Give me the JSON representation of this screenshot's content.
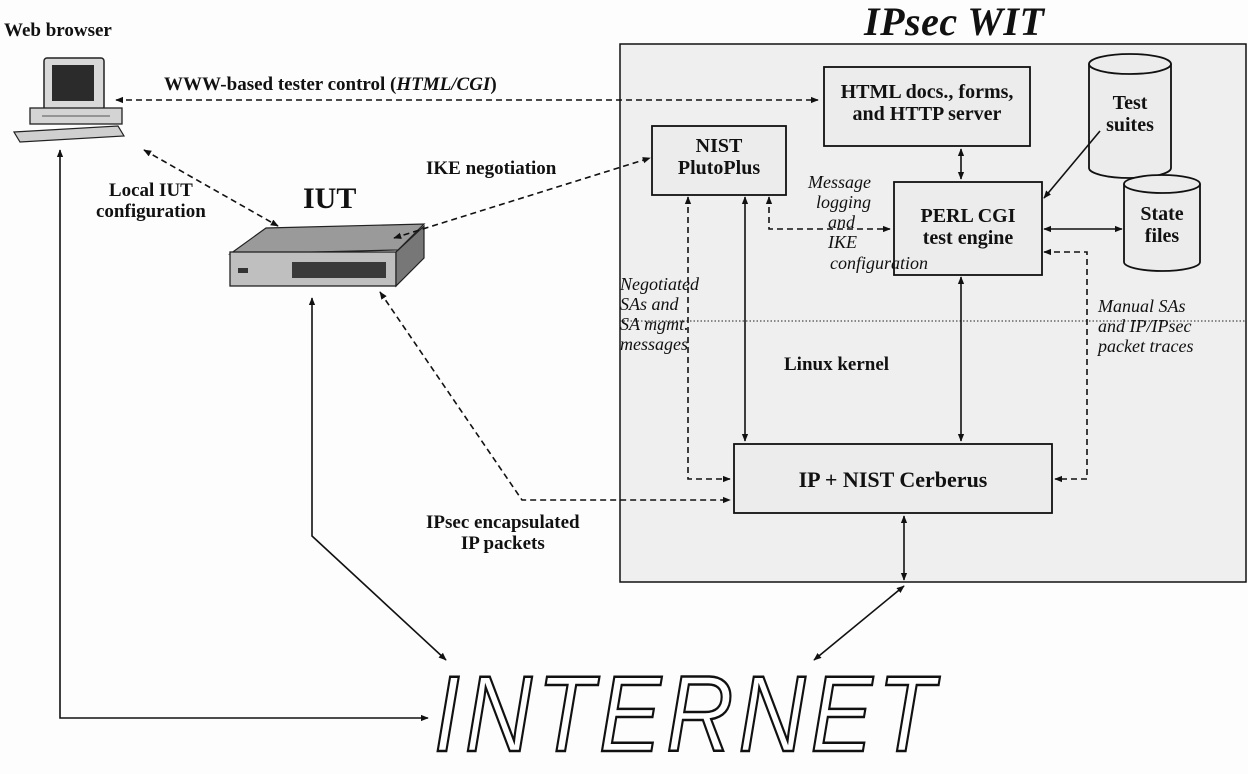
{
  "title": "IPsec WIT",
  "web_browser_label": "Web browser",
  "iut_label": "IUT",
  "internet_label": "INTERNET",
  "linux_kernel_label": "Linux kernel",
  "boxes": {
    "html_server": [
      "HTML docs., forms,",
      "and HTTP server"
    ],
    "plutoplus": [
      "NIST",
      "PlutoPlus"
    ],
    "perl_cgi": [
      "PERL CGI",
      "test engine"
    ],
    "cerberus": "IP + NIST Cerberus"
  },
  "cylinders": {
    "test_suites": [
      "Test",
      "suites"
    ],
    "state_files": [
      "State",
      "files"
    ]
  },
  "edge_labels": {
    "www_control_prefix": "WWW-based tester control (",
    "www_control_italic": "HTML/CGI",
    "www_control_suffix": ")",
    "local_iut_config": [
      "Local IUT",
      "configuration"
    ],
    "ike_negotiation": "IKE negotiation",
    "message_logging": [
      "Message",
      "logging",
      "and",
      "IKE",
      "configuration"
    ],
    "negotiated_sas": [
      "Negotiated",
      "SAs and",
      "SA mgmt.",
      "messages"
    ],
    "manual_sas": [
      "Manual SAs",
      "and IP/IPsec",
      "packet traces"
    ],
    "ipsec_encapsulated": [
      "IPsec encapsulated",
      "IP packets"
    ]
  }
}
